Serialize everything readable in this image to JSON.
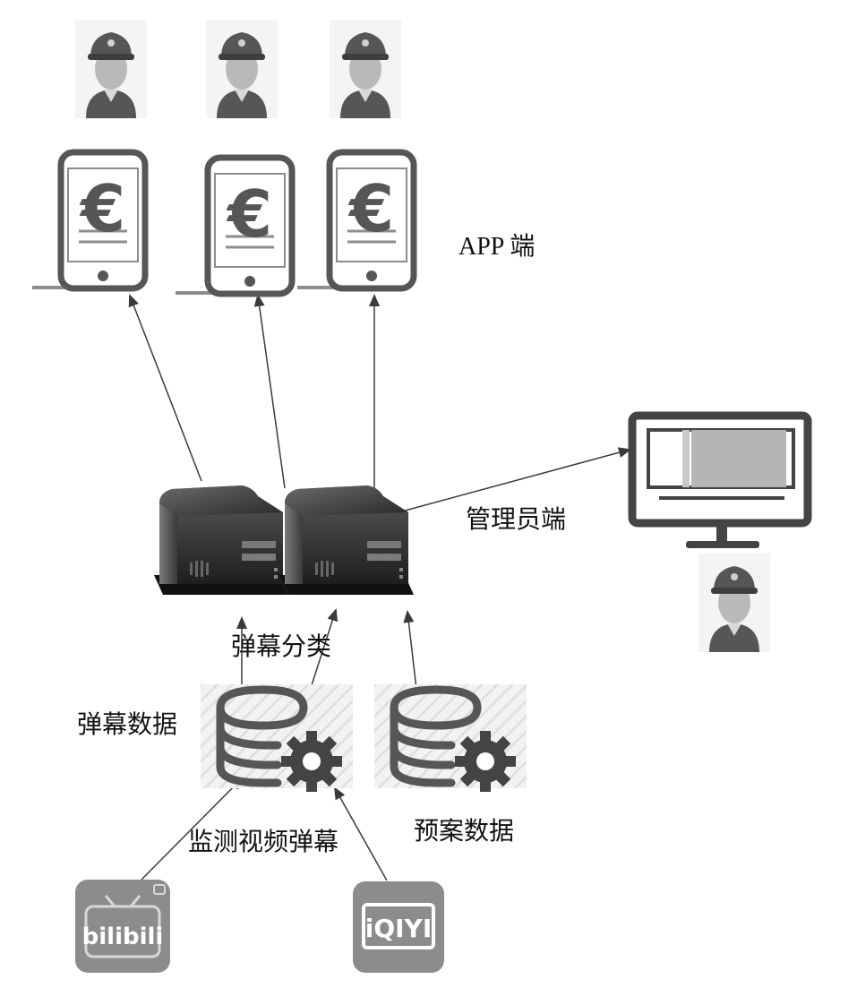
{
  "labels": {
    "app_side": "APP 端",
    "admin_side": "管理员端",
    "danmaku_classify": "弹幕分类",
    "danmaku_data": "弹幕数据",
    "monitor_video_danmaku": "监测视频弹幕",
    "plan_data": "预案数据"
  },
  "nodes": {
    "phone_symbol": "€",
    "bilibili_logo": "bilibili",
    "iqiyi_logo": "iQIYI"
  },
  "colors": {
    "icon_dark": "#565656",
    "icon_mid": "#8c8c8c",
    "icon_light": "#c9c9c9",
    "server_dark": "#222222",
    "arrow": "#3a3a3a"
  }
}
